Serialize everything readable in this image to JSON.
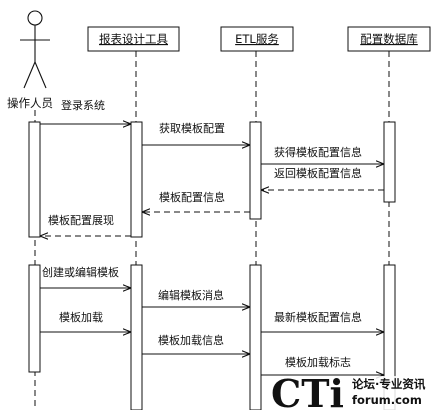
{
  "participants": {
    "actor": "操作人员",
    "report_tool": "报表设计工具",
    "etl": "ETL服务",
    "config_db": "配置数据库"
  },
  "messages": {
    "login": "登录系统",
    "get_template_config": "获取模板配置",
    "obtain_template_config_info": "获得模板配置信息",
    "return_template_config_info": "返回模板配置信息",
    "template_config_info": "模板配置信息",
    "template_config_display": "模板配置展现",
    "create_or_edit_template": "创建或编辑模板",
    "edit_template_message": "编辑模板消息",
    "template_load": "模板加载",
    "latest_template_config_info": "最新模板配置信息",
    "template_load_info": "模板加载信息",
    "template_load_flag": "模板加载标志"
  },
  "watermark": {
    "logo": "CTi",
    "tagline": "论坛·专业资讯",
    "site": "forum.com"
  }
}
